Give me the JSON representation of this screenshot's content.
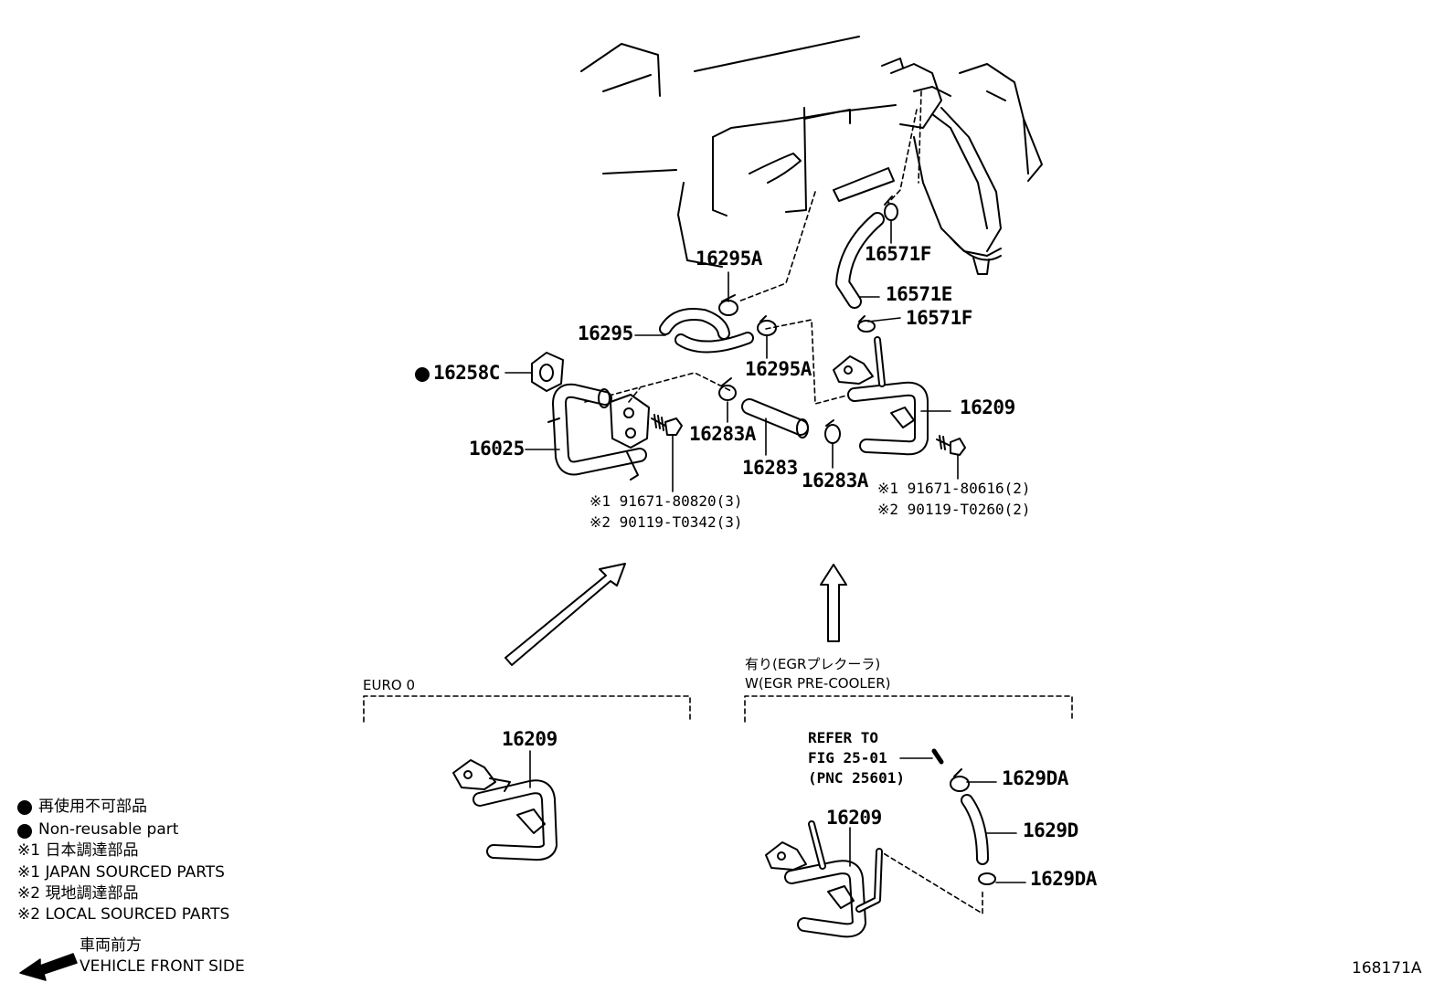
{
  "labels": {
    "l16295A_top": "16295A",
    "l16571F_top": "16571F",
    "l16571E": "16571E",
    "l16571F_mid": "16571F",
    "l16295": "16295",
    "l16295A_mid": "16295A",
    "l16258C": "16258C",
    "l16209_main": "16209",
    "l16025": "16025",
    "l16283A_left": "16283A",
    "l16283": "16283",
    "l16283A_right": "16283A",
    "l16209_euro": "16209",
    "l16209_egr": "16209",
    "l1629DA_top": "1629DA",
    "l1629D": "1629D",
    "l1629DA_bot": "1629DA"
  },
  "bolt_left": {
    "line1": "※1 91671-80820(3)",
    "line2": "※2 90119-T0342(3)"
  },
  "bolt_right": {
    "line1": "※1 91671-80616(2)",
    "line2": "※2 90119-T0260(2)"
  },
  "variants": {
    "euro": "EURO 0",
    "egr_jp": "有り(EGRプレクーラ)",
    "egr_en": "W(EGR PRE-COOLER)"
  },
  "refer": {
    "line1": "REFER TO",
    "line2": "FIG 25-01",
    "line3": "(PNC 25601)"
  },
  "legend": {
    "nonreuse_jp": "再使用不可部品",
    "nonreuse_en": "Non-reusable part",
    "japan_jp": "※1 日本調達部品",
    "japan_en": "※1 JAPAN SOURCED PARTS",
    "local_jp": "※2 現地調達部品",
    "local_en": "※2 LOCAL SOURCED PARTS",
    "front_jp": "車両前方",
    "front_en": "VEHICLE FRONT SIDE"
  },
  "figure_id": "168171A",
  "colors": {
    "ink": "#000000",
    "paper": "#ffffff"
  }
}
